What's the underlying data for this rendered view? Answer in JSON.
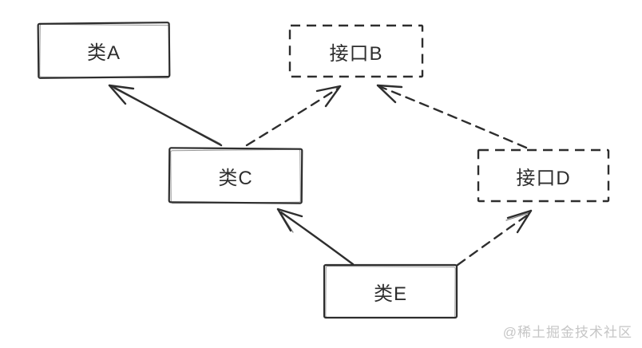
{
  "diagram": {
    "kind": "uml-class-interface-relationships",
    "nodes": [
      {
        "id": "class-a",
        "label": "类A",
        "type": "class",
        "border": "solid"
      },
      {
        "id": "interface-b",
        "label": "接口B",
        "type": "interface",
        "border": "dashed"
      },
      {
        "id": "class-c",
        "label": "类C",
        "type": "class",
        "border": "solid"
      },
      {
        "id": "interface-d",
        "label": "接口D",
        "type": "interface",
        "border": "dashed"
      },
      {
        "id": "class-e",
        "label": "类E",
        "type": "class",
        "border": "solid"
      }
    ],
    "edges": [
      {
        "from": "类C",
        "to": "类A",
        "line": "solid",
        "arrowhead": "open"
      },
      {
        "from": "类C",
        "to": "接口B",
        "line": "dashed",
        "arrowhead": "open"
      },
      {
        "from": "接口D",
        "to": "接口B",
        "line": "dashed",
        "arrowhead": "open"
      },
      {
        "from": "类E",
        "to": "类C",
        "line": "solid",
        "arrowhead": "open"
      },
      {
        "from": "类E",
        "to": "接口D",
        "line": "dashed",
        "arrowhead": "open"
      }
    ]
  },
  "watermark": {
    "text": "@稀土掘金技术社区"
  },
  "colors": {
    "stroke": "#2e2e2e",
    "background": "#ffffff",
    "watermark": "#c6c6c6"
  }
}
